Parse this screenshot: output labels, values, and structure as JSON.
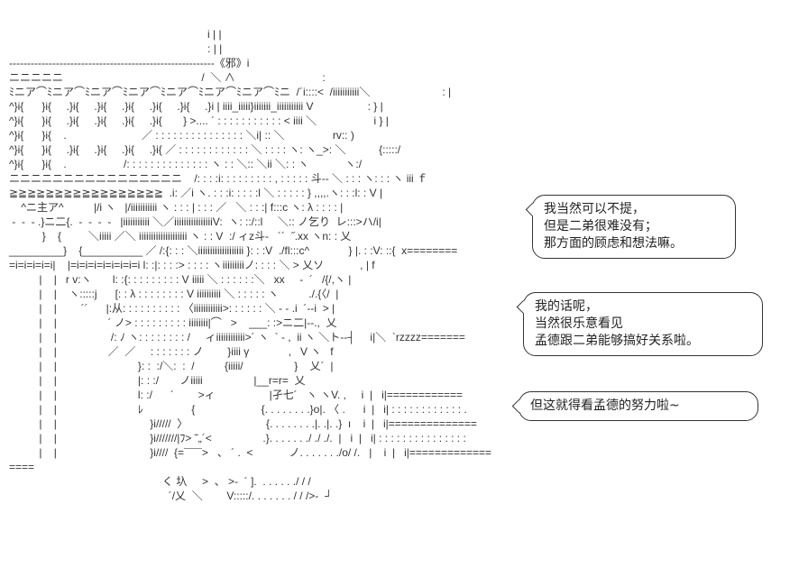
{
  "art_lines": [
    "                                                                  i | |",
    "                                                                  : | |",
    "---------------------------------------------------------《邪》i",
    "ニニニニニ                                              /  ＼ ∧                             :",
    "ﾐニア⌒ﾐニア⌒ﾐニア⌒ﾐニア⌒ﾐニア⌒ﾐニア⌒ﾐニア⌒ﾐニ  /´i::::<  /iiiiiiiiiii＼                        : |",
    "^}i{      }i{     .}i{     .}i{     .}i{     .}i{     .}i{     .}i | iiii_iiiii}iiiiiii_iiiiiiiiiii V                  : } |",
    "^}i{      }i{     .}i{     .}i{     .}i{     .}i{       } >.... ´ : : : : : : : : : : : < iiii ＼                   i } |",
    "^}i{      }i{    .                         ／ : : : : : : : : : : : : : : : ＼i| :: ＼                rv:: )",
    "^}i{      }i{     .}i{     .}i{     .}i{     .}i{ ／ : : : : : : : : : : : : ＼ : : : : ヽ: ヽ_>: ＼           {:::::/",
    "^}i{      }i{    .                   /: : : : : : : : : : : : : : ヽ : : ＼:: ＼ii ＼: : ヽ            ヽ:/",
    "ニニニニニニニニニニニニニニニニ    /: : : :i: : : : : : : : : , : : : : : 斗‐‐ ＼ : : : ヽ: : : ヽ iii ｆ",
    "≧≧≧≧≧≧≧≧≧≧≧≧≧≧≧≧≧  .i: ／i ヽ. : : :i: : : : :l ＼ : : : : : } ,,,,.ヽ: : :l: : V |",
    "    ^ニ主ア^          |/i ヽ   |/iiiiiiiiiii ヽ : : : | : : : ／   ＼ : : :| f:::c ヽ: λ : : : : |",
    " -  -  - .}ニ二{.  -  -  -  -   |iiiiiiiiiii ＼／iiiiiiiiiiiiiiiiV:  ヽ: ::/::l     ＼:: ノ乞り  レ:::>ハ/i|",
    "           }    {         ＼iiiii ／＼ iiiiiiiiiiiiiiiiiiii ヽ : : V  :/ ィz斗‐   ´´  ˝.xx ヽn: : 乂",
    "_________}    {__________ ／ /:{: : : ＼iiiiiiiiiiiiiiiiiii }: : :V  ./fl:::c^             } |. : :V: ::{  x========",
    "=i=i=i=i=i|    |=i=i=i=i=i=i=i=i l: :|: : : :> : : : : ヽiiiiiiiiiノ: : : : ＼ > 乂ソ            , | f",
    "          |    |   r v:ヽ       l: :{: : : : : : : : : V iiiii ＼ : : : : : :＼   xx     -  ´   /{/,ヽ |",
    "          |    |    ヽ:::::j      [: : λ : : : : : : : : V iiiiiiiiii ＼ : : : : : ヽ          ./.{〈/  |",
    "          |    |        ´´      |:从: : : : : : : : : : 〈iiiiiiiiiiii>: : : : : : ＼ - - .i  ´‐‐i  > |",
    "          |    |                 ´ ノ> : : : : : : : : : iiiiiiii|⌒   >    ___: :>ニ二|‐‐.,  乂",
    "          |    |                  /: ﾉ ヽ: : : : : : : : /     ィiiiiiiiiiiii>´ ヽ  ` - ,  ii ヽ ＼ト‐‐┤     i|＼  `rzzzz=======",
    "          |    |                 ／  ／     : : : : : : : ノ        }iiii γ             ,   V ヽ   f",
    "          |    |                           }: :  :/＼:  :  /          {iiiii/                 }    乂´  |",
    "          |    |                           |: : :/       ノiiiii                 |__r=r=  乂",
    "          |    |                           l: :/      ´        >ィ                  |孑七´   ヽ ヽV. ,     i  |   i|============",
    "          |    |                           ﾚ                {                      {. . . . . . . .}o|. 〈 .      i  |   i| : : : : : : : : : : : : .",
    "          |    |                               }i/////  〉                          {. . . . . . . .|. .|. .}  ı    i  |   i|==============",
    "          |    |                               }i///////|ﾌ> ˜„´<                 .}. . . . . . ./ ./ ./.  |   i  |   i| : : : : : : : : : : : : : : :",
    "          |    |                               }i////  {=¯¯¯>   、 ´ .  <            ノ. . . . . . ./o/ /.   |    i  |   i|=================",
    "                                                   く 圦     >  、 >‐  ´ ].  . . . . . ./ / /",
    "                                                     ´/乂  ＼        V:::::/. . . . . . . / / />‐  ┘"
  ],
  "bubbles": [
    {
      "lines": [
        "我当然可以不提，",
        "但是二弟很难没有；",
        "那方面的顾虑和想法嘛。"
      ]
    },
    {
      "lines": [
        "我的话呢，",
        "当然很乐意看见",
        "孟德跟二弟能够搞好关系啦。"
      ]
    },
    {
      "lines": [
        "但这就得看孟德的努力啦~"
      ]
    }
  ]
}
